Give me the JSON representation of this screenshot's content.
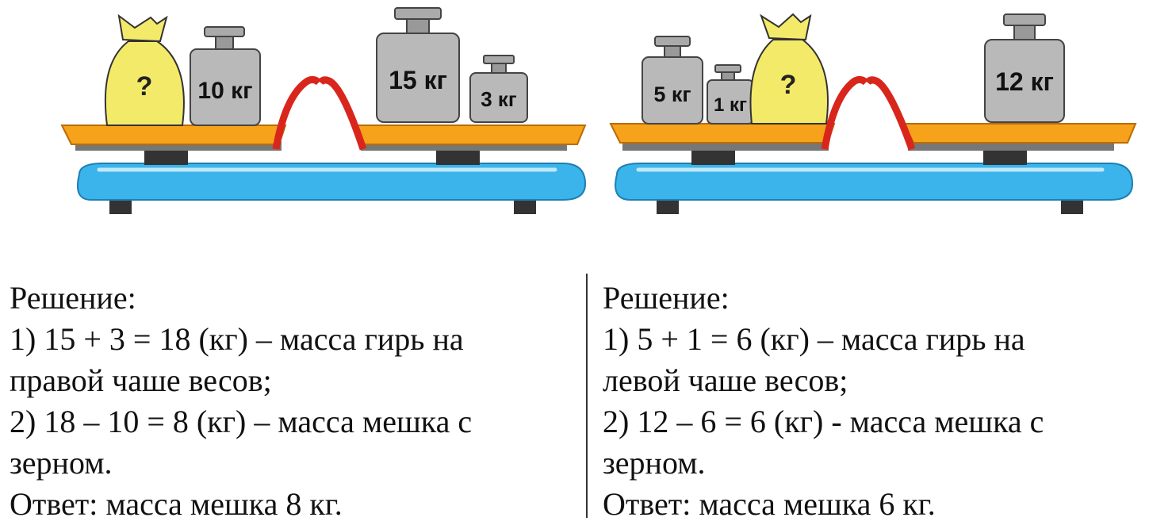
{
  "scales": [
    {
      "left_pan": {
        "bag": "?",
        "weights": [
          "10 кг"
        ]
      },
      "right_pan": {
        "weights": [
          "15 кг",
          "3 кг"
        ]
      }
    },
    {
      "left_pan": {
        "weights": [
          "5 кг",
          "1 кг"
        ],
        "bag": "?"
      },
      "right_pan": {
        "weights": [
          "12 кг"
        ]
      }
    }
  ],
  "solutions": [
    {
      "heading": "Решение:",
      "lines": [
        "1) 15 + 3 = 18 (кг) – масса гирь на",
        "правой чаше весов;",
        "2) 18 – 10 = 8 (кг) – масса мешка с",
        "зерном.",
        "Ответ: масса мешка 8 кг."
      ]
    },
    {
      "heading": "Решение:",
      "lines": [
        "1) 5 + 1 = 6 (кг) – масса гирь на",
        "левой чаше весов;",
        "2) 12 – 6 = 6 (кг) - масса мешка с",
        "зерном.",
        "Ответ: масса мешка 6 кг."
      ]
    }
  ],
  "colors": {
    "base": "#3ab4ea",
    "pan": "#f7a21b",
    "spring": "#d9261c",
    "bag": "#f4ea6a",
    "weight": "#b9b9b9"
  }
}
